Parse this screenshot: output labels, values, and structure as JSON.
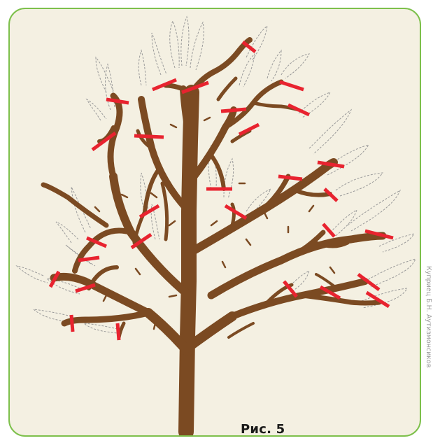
{
  "figure": {
    "caption": "Рис. 5",
    "credit": "Куприец Б.Н. Аутизмонсиков",
    "colors": {
      "frame": "#7dc04b",
      "background": "#f4f0e2",
      "wood": "#7b4a22",
      "cut_mark": "#e8232f",
      "removed_shoot_outline": "#9a9a9a"
    },
    "legend_meaning": {
      "solid_brown": "branches that remain",
      "dashed_outline": "shoots that are removed",
      "red_bar": "pruning cut"
    }
  }
}
